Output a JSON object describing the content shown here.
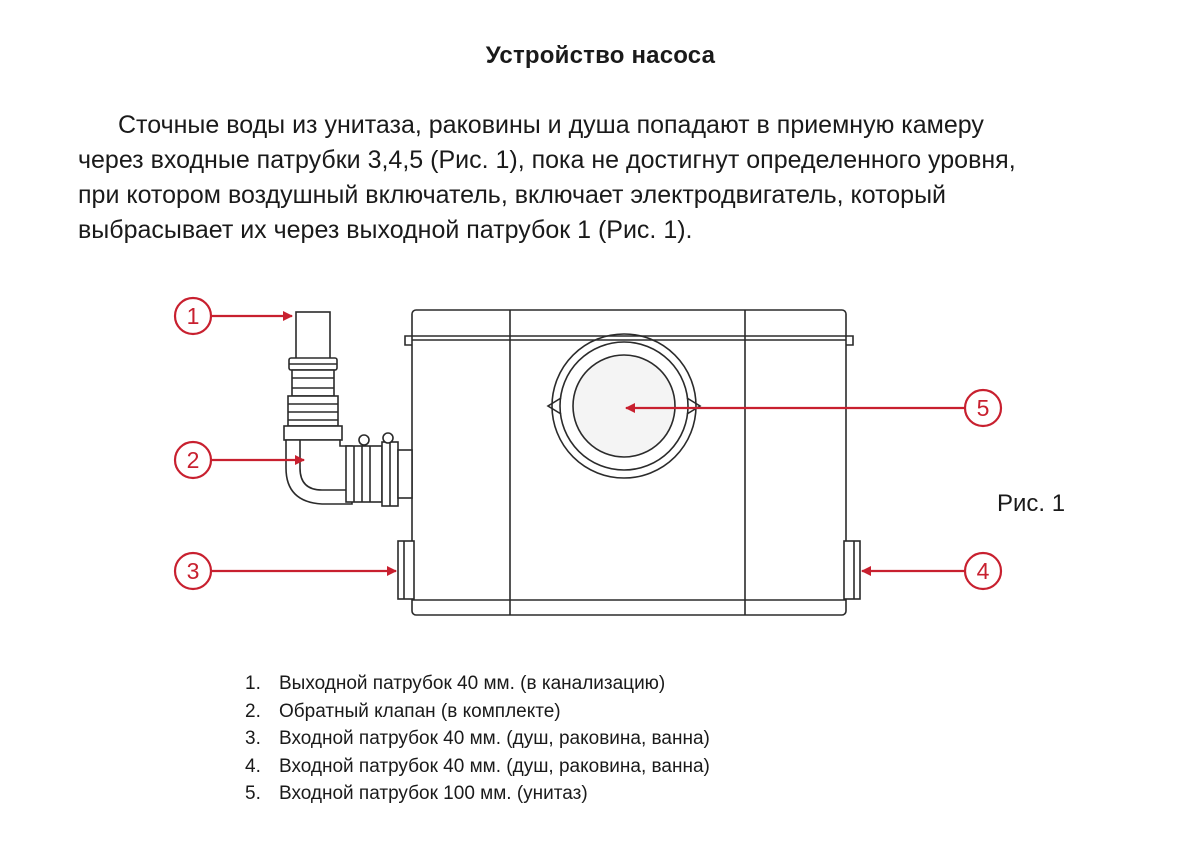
{
  "title": "Устройство насоса",
  "intro_lines": [
    "Сточные воды из унитаза, раковины и душа попадают в приемную камеру",
    "через входные патрубки 3,4,5 (Рис. 1), пока не достигнут определенного уровня,",
    "при котором воздушный включатель, включает электродвигатель, который",
    "выбрасывает их через выходной патрубок 1 (Рис. 1)."
  ],
  "figure": {
    "label": "Рис. 1",
    "callouts": [
      "1",
      "2",
      "3",
      "4",
      "5"
    ],
    "accent_color": "#c8202f",
    "line_color": "#2b2b2b"
  },
  "legend": [
    {
      "num": "1.",
      "text": "Выходной патрубок 40 мм. (в канализацию)"
    },
    {
      "num": "2.",
      "text": "Обратный клапан (в комплекте)"
    },
    {
      "num": "3.",
      "text": "Входной патрубок 40 мм. (душ, раковина, ванна)"
    },
    {
      "num": "4.",
      "text": "Входной патрубок 40 мм. (душ, раковина, ванна)"
    },
    {
      "num": "5.",
      "text": "Входной патрубок 100 мм. (унитаз)"
    }
  ]
}
